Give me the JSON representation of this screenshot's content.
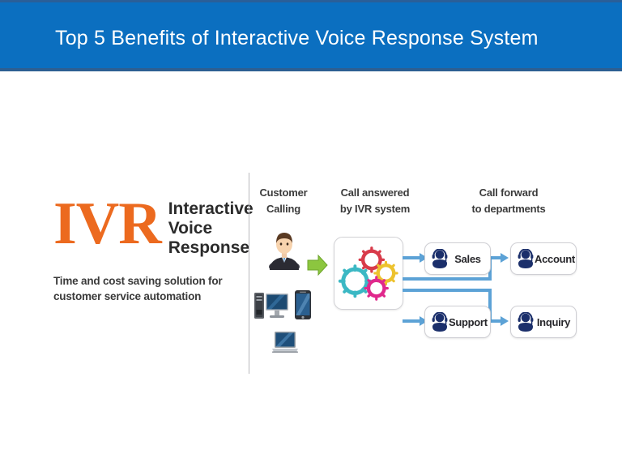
{
  "slide": {
    "background": "#ffffff",
    "banner": {
      "title": "Top 5 Benefits of Interactive Voice Response System",
      "bg_color": "#0b6fc0",
      "text_color": "#ffffff"
    }
  },
  "logo": {
    "mark": "IVR",
    "mark_color": "#ec6a1f",
    "words": [
      "Interactive",
      "Voice",
      "Response"
    ],
    "tagline_line1": "Time and cost saving solution for",
    "tagline_line2": "customer service automation"
  },
  "flow": {
    "columns": [
      {
        "heading_line1": "Customer",
        "heading_line2": "Calling"
      },
      {
        "heading_line1": "Call answered",
        "heading_line2": "by IVR system"
      },
      {
        "heading_line1": "Call forward",
        "heading_line2": "to departments"
      }
    ],
    "customer_icons": [
      "businessman-avatar",
      "desktop-computer",
      "smartphone",
      "laptop"
    ],
    "transition_arrow": "green-right-arrow",
    "arrow_color": "#8cc63f",
    "ivr_engine_icon": "gears",
    "gear_colors": [
      "#3bb8c4",
      "#d83b4a",
      "#edc22e",
      "#e0288c"
    ],
    "connector_color": "#5ca2d6",
    "departments": [
      {
        "label": "Sales",
        "icon": "headset-agent-icon"
      },
      {
        "label": "Account",
        "icon": "headset-agent-icon"
      },
      {
        "label": "Support",
        "icon": "headset-agent-icon"
      },
      {
        "label": "Inquiry",
        "icon": "headset-agent-icon"
      }
    ],
    "department_icon_color": "#1b2f6b"
  }
}
